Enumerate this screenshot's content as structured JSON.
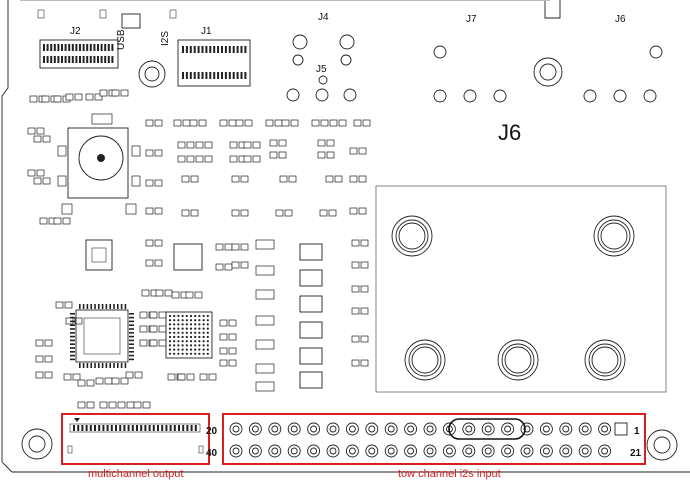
{
  "board": {
    "connectors": {
      "j2": "J2",
      "usb": "USB",
      "i2s": "I2S",
      "j1": "J1",
      "j4": "J4",
      "j5": "J5",
      "j7": "J7",
      "j6_top": "J6",
      "j6_big": "J6"
    },
    "header_pins": {
      "left_top": "20",
      "left_bottom": "40",
      "right_top": "1",
      "right_bottom": "21"
    }
  },
  "annotations": {
    "multichannel_output": "multichannel output",
    "two_channel_input": "tow channel i2s input",
    "highlight_color": "#d92020"
  }
}
